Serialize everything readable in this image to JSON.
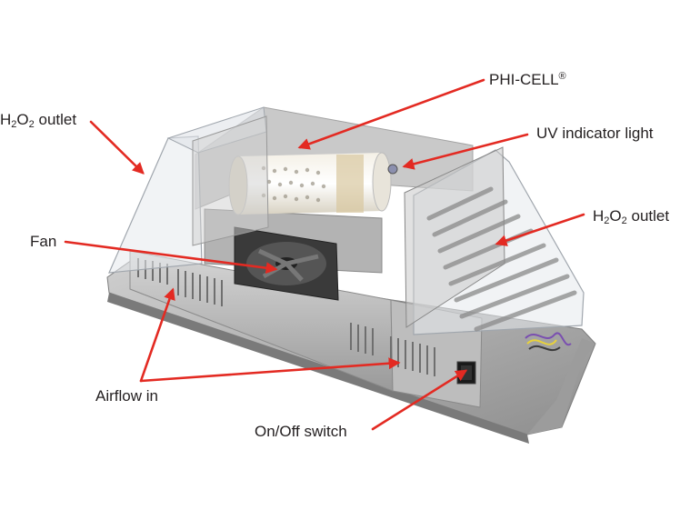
{
  "labels": {
    "h2o2_outlet_left": {
      "prefix": "H",
      "sub1": "2",
      "mid": "O",
      "sub2": "2",
      "suffix": " outlet"
    },
    "phi_cell": {
      "text": "PHI-CELL",
      "mark": "®"
    },
    "uv_light": "UV indicator light",
    "h2o2_outlet_right": {
      "prefix": "H",
      "sub1": "2",
      "mid": "O",
      "sub2": "2",
      "suffix": " outlet"
    },
    "fan": "Fan",
    "airflow_in": "Airflow in",
    "on_off_switch": "On/Off switch"
  },
  "colors": {
    "arrow": "#e32a22",
    "text": "#231f20",
    "steel_light": "#d9d9d9",
    "steel_dark": "#8f8f8f",
    "acrylic": "#e6e9ec"
  }
}
